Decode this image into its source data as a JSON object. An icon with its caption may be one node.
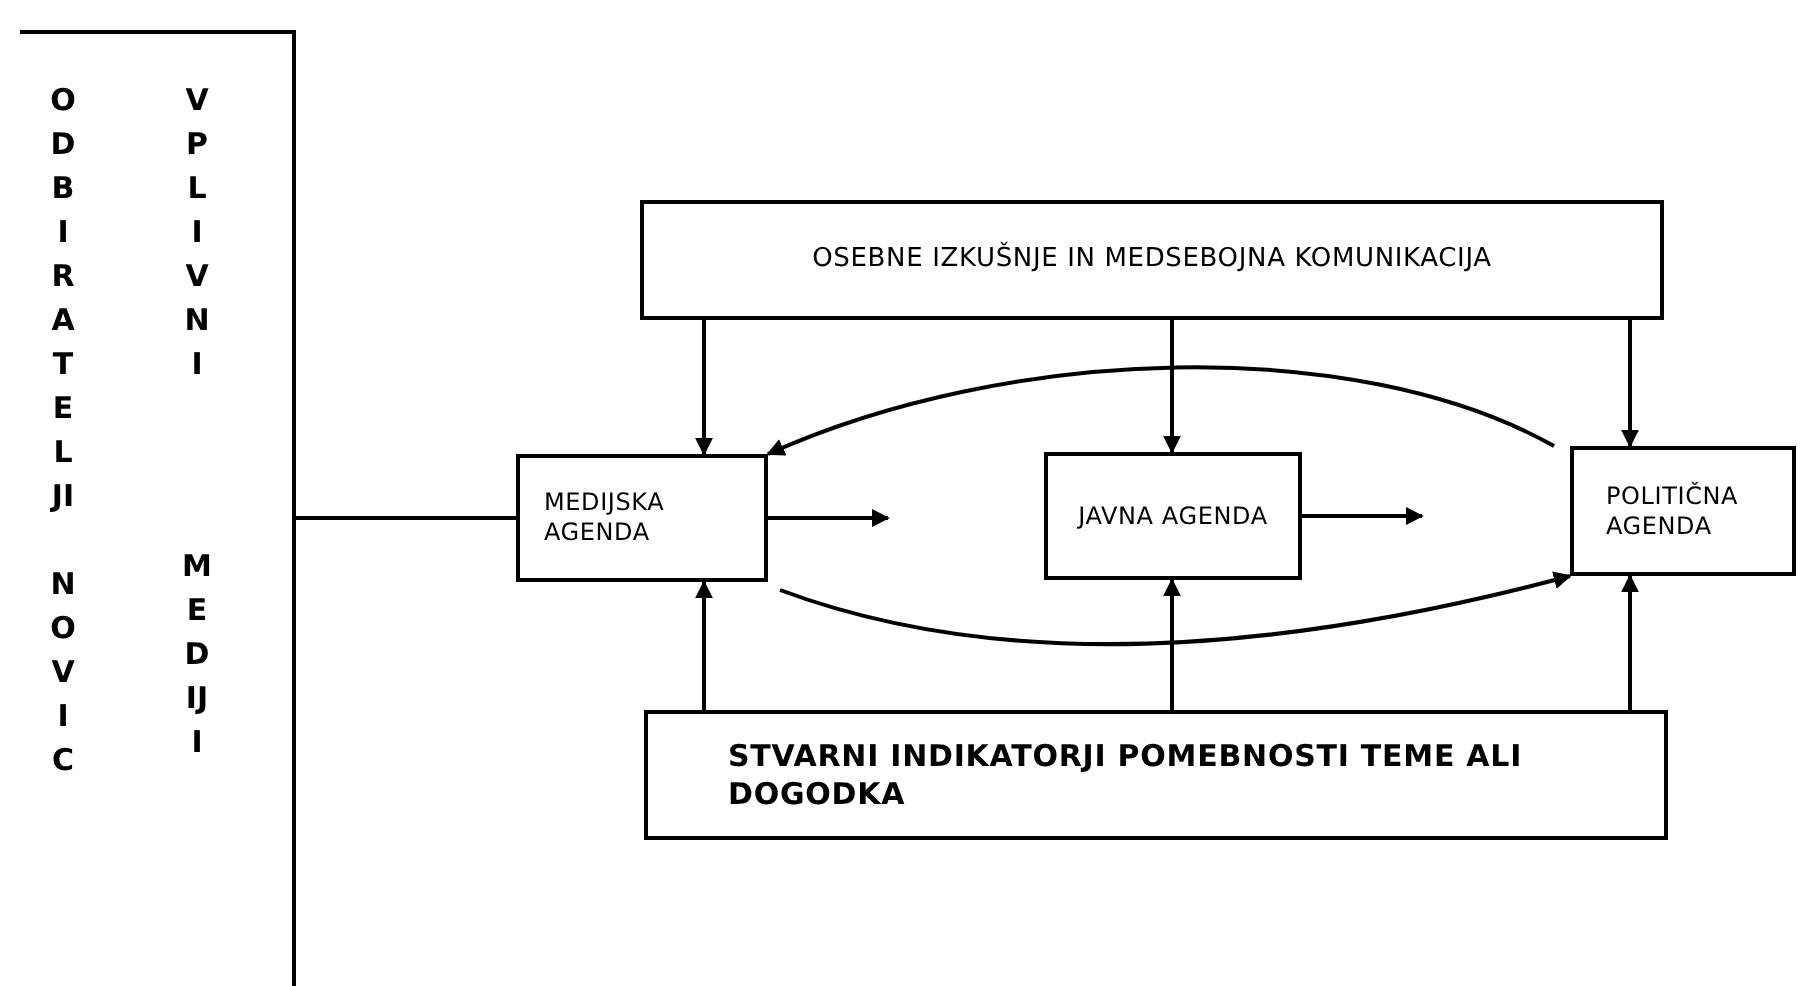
{
  "diagram": {
    "nodes": [
      {
        "text": [
          "ODBIRATELJI NOVIC",
          "VPLIVNI MEDIJI"
        ]
      },
      {
        "text": [
          "OSEBNE IZKUŠNJE IN MEDSEBOJNA KOMUNIKACIJA"
        ]
      },
      {
        "text": [
          "MEDIJSKA AGENDA"
        ]
      },
      {
        "text": [
          "JAVNA AGENDA"
        ]
      },
      {
        "text": [
          "POLITIČNA AGENDA"
        ]
      },
      {
        "text": [
          "STVARNI INDIKATORJI POMEBNOSTI TEME ALI DOGODKA"
        ]
      }
    ],
    "edges": [
      {
        "from": 0,
        "to": 2,
        "arrow": "none"
      },
      {
        "from": 1,
        "to": 2,
        "arrow": "to"
      },
      {
        "from": 1,
        "to": 3,
        "arrow": "to"
      },
      {
        "from": 1,
        "to": 4,
        "arrow": "to"
      },
      {
        "from": 2,
        "to": null,
        "arrow": "to"
      },
      {
        "from": 3,
        "to": null,
        "arrow": "to"
      },
      {
        "from": 4,
        "to": 2,
        "arrow": "to"
      },
      {
        "from": 2,
        "to": 4,
        "arrow": "to"
      },
      {
        "from": 5,
        "to": 2,
        "arrow": "to"
      },
      {
        "from": 5,
        "to": 3,
        "arrow": "to"
      },
      {
        "from": 5,
        "to": 4,
        "arrow": "to"
      }
    ]
  }
}
